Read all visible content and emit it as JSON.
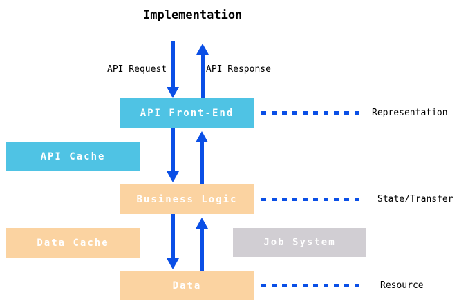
{
  "title": "Implementation",
  "flow_labels": {
    "request": "API Request",
    "response": "API Response"
  },
  "boxes": {
    "api_front_end": "API Front-End",
    "api_cache": "API Cache",
    "business_logic": "Business Logic",
    "data_cache": "Data Cache",
    "job_system": "Job System",
    "data": "Data"
  },
  "layers": [
    {
      "label": "Representation"
    },
    {
      "label": "State/Transfer"
    },
    {
      "label": "Resource"
    }
  ],
  "icons": {
    "down_arrow": "down-arrow",
    "up_arrow": "up-arrow",
    "dashed_connector": "dashed-line"
  },
  "colors": {
    "box_cyan": "#4FC3E4",
    "box_peach": "#FBD3A1",
    "box_gray": "#D1CED3",
    "arrow_blue": "#0A4FE6",
    "box_text": "#FFFFFF",
    "label_text": "#000000",
    "background": "#FFFFFF"
  }
}
